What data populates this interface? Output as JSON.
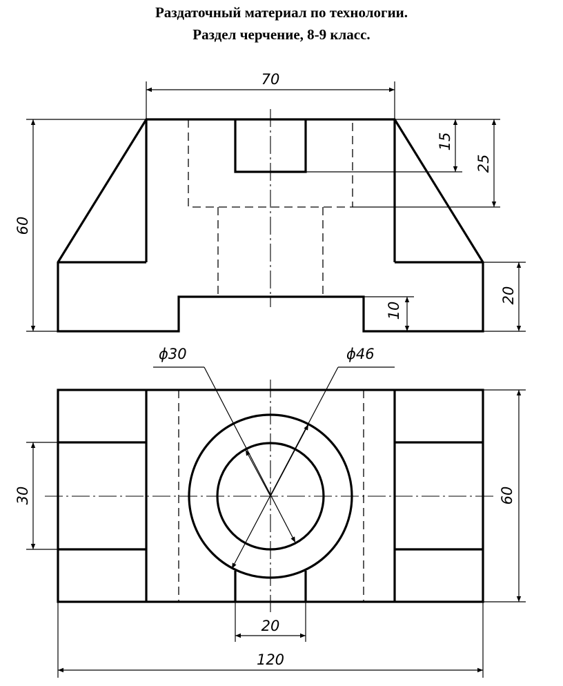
{
  "header": {
    "line1": "Раздаточный материал по технологии.",
    "line2": "Раздел черчение, 8-9 класс."
  },
  "dimensions": {
    "top_width": "70",
    "front_height": "60",
    "recess_depth": "15",
    "hidden_depth": "25",
    "step_height": "20",
    "slot_height": "10",
    "inner_diameter": "ϕ30",
    "outer_diameter": "ϕ46",
    "plan_width": "30",
    "plan_depth": "60",
    "slot_width": "20",
    "overall_length": "120"
  },
  "colors": {
    "line": "#000000",
    "background": "#ffffff"
  }
}
